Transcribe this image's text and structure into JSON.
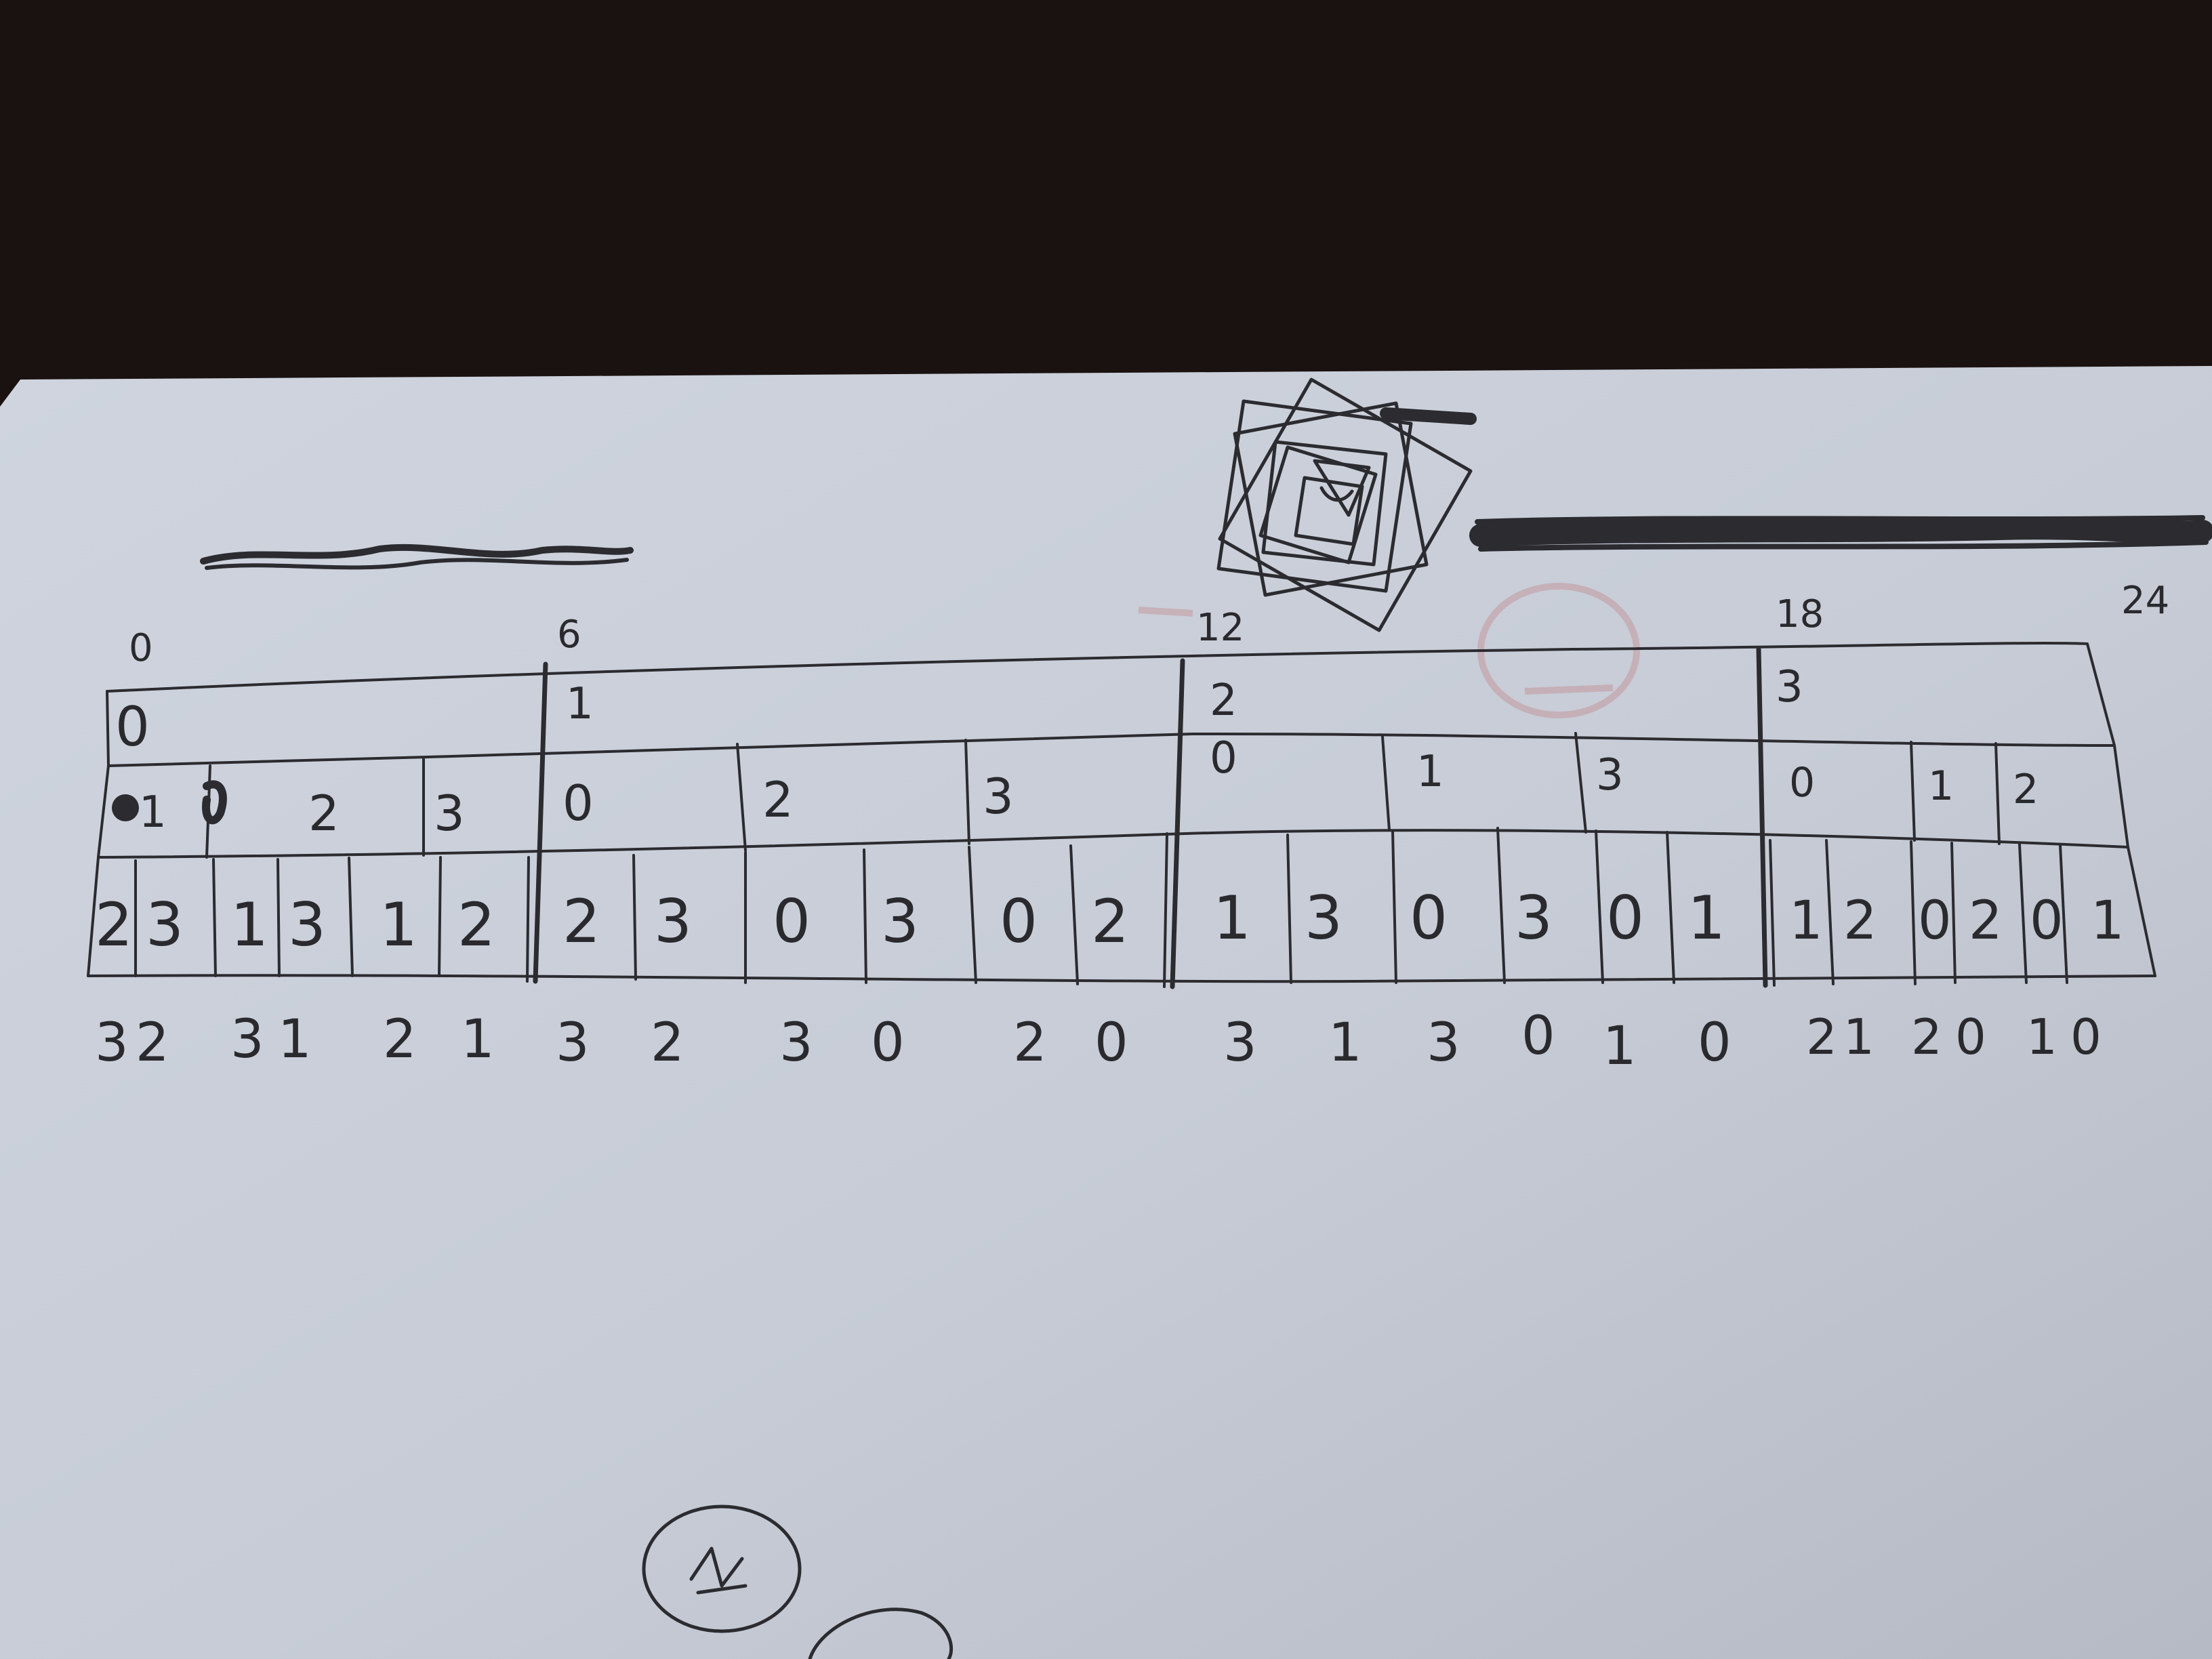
{
  "colors": {
    "background": "#1a1210",
    "paper": "#c9ced8",
    "ink": "#2b2b30",
    "bleed": "#c49aa0"
  },
  "top_scale": [
    "0",
    "6",
    "12",
    "18",
    "24"
  ],
  "level1": [
    "0",
    "1",
    "2",
    "3"
  ],
  "level2": [
    [
      "1",
      "2",
      "3"
    ],
    [
      "0",
      "2",
      "3"
    ],
    [
      "0",
      "1",
      "3"
    ],
    [
      "0",
      "1",
      "2"
    ]
  ],
  "level3": [
    [
      "2",
      "3",
      "1",
      "3",
      "1",
      "2"
    ],
    [
      "2",
      "3",
      "0",
      "3",
      "0",
      "2"
    ],
    [
      "1",
      "3",
      "0",
      "3",
      "0",
      "1"
    ],
    [
      "1",
      "2",
      "0",
      "2",
      "0",
      "1"
    ]
  ],
  "bottom_row": [
    [
      "3",
      "2",
      "3",
      "1",
      "2",
      "1"
    ],
    [
      "3",
      "2",
      "3",
      "0",
      "2",
      "0"
    ],
    [
      "3",
      "1",
      "3",
      "0",
      "1",
      "0"
    ],
    [
      "2",
      "1",
      "2",
      "0",
      "1",
      "0"
    ]
  ],
  "icons": [
    "scribbled-date-icon",
    "spiral-squares-doodle-icon",
    "scribbled-out-line-icon",
    "circle-doodle-icon"
  ]
}
